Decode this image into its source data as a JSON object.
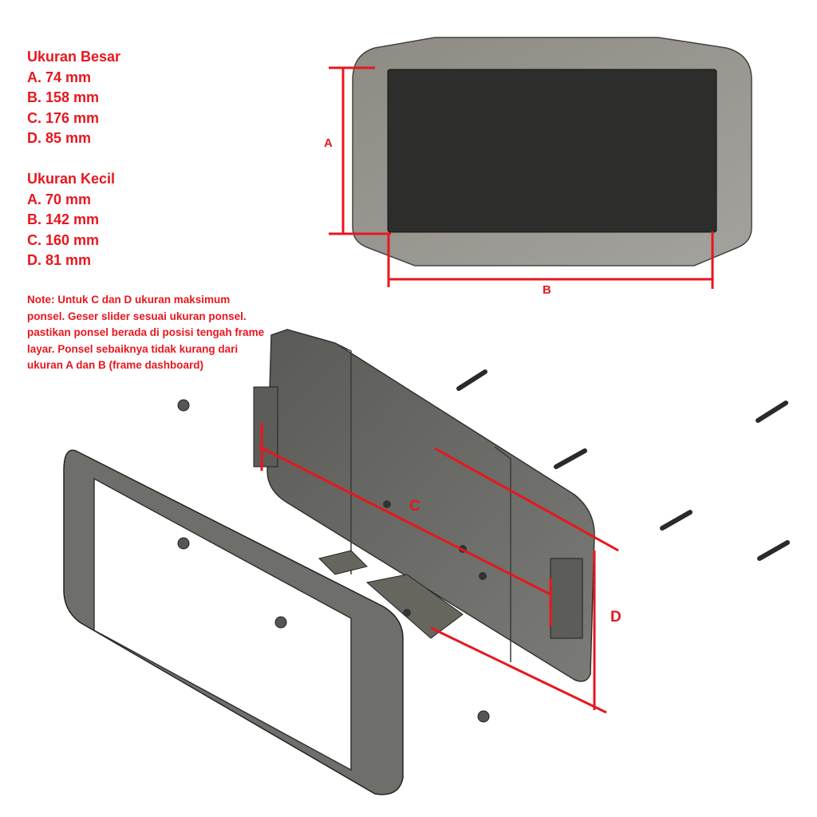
{
  "large_size": {
    "title": "Ukuran Besar",
    "items": [
      "A. 74 mm",
      "B. 158 mm",
      "C. 176 mm",
      "D. 85 mm"
    ]
  },
  "small_size": {
    "title": "Ukuran Kecil",
    "items": [
      "A. 70 mm",
      "B. 142 mm",
      "C. 160 mm",
      "D. 81 mm"
    ]
  },
  "note": "Note: Untuk C dan D ukuran maksimum ponsel. Geser slider sesuai ukuran ponsel. pastikan ponsel berada di posisi tengah frame layar. Ponsel sebaiknya tidak kurang dari ukuran A dan B (frame dashboard)",
  "dimension_labels": {
    "a": "A",
    "b": "B",
    "c": "C",
    "d": "D"
  },
  "colors": {
    "annotation": "#e8161e",
    "frame": "#8d8c86",
    "screen": "#2d2d2b",
    "part": "#6f6f6b"
  }
}
